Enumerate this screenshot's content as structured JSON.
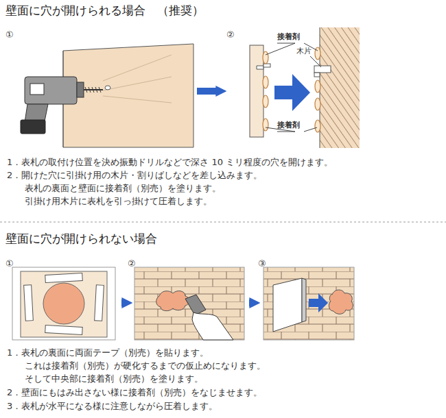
{
  "diagram": {
    "nodes": [
      {
        "text": [
          "①"
        ]
      },
      {
        "text": [
          "②"
        ]
      },
      {
        "text": [
          "①"
        ]
      },
      {
        "text": [
          "②"
        ]
      },
      {
        "text": [
          "③"
        ]
      }
    ],
    "edges": [
      {
        "from": 0,
        "to": 1,
        "arrow": "to"
      },
      {
        "from": 2,
        "to": 3,
        "arrow": "to"
      },
      {
        "from": 3,
        "to": 4,
        "arrow": "to"
      }
    ],
    "labels": [
      "壁面に穴が開けられる場合　（推奨）",
      "接着剤",
      "木片",
      "接着剤",
      "1．表札の取付け位置を決め振動ドリルなどで深さ 10 ミリ程度の穴を開けます。",
      "2．開けた穴に引掛け用の木片・割りばしなどを差し込みます。",
      "表札の裏面と壁面に接着剤（別売）を塗ります。",
      "引掛け用木片に表札を引っ掛けて圧着します。",
      "壁面に穴が開けられない場合",
      "1．表札の裏面に両面テープ（別売）を貼ります。",
      "これは接着剤（別売）が硬化するまでの仮止めになります。",
      "そして中央部に接着剤（別売）を塗ります。",
      "2．壁面にもはみ出さない様に接着剤（別売）をなじませます。",
      "3．表札が水平になる様に注意しながら圧着します。"
    ]
  }
}
